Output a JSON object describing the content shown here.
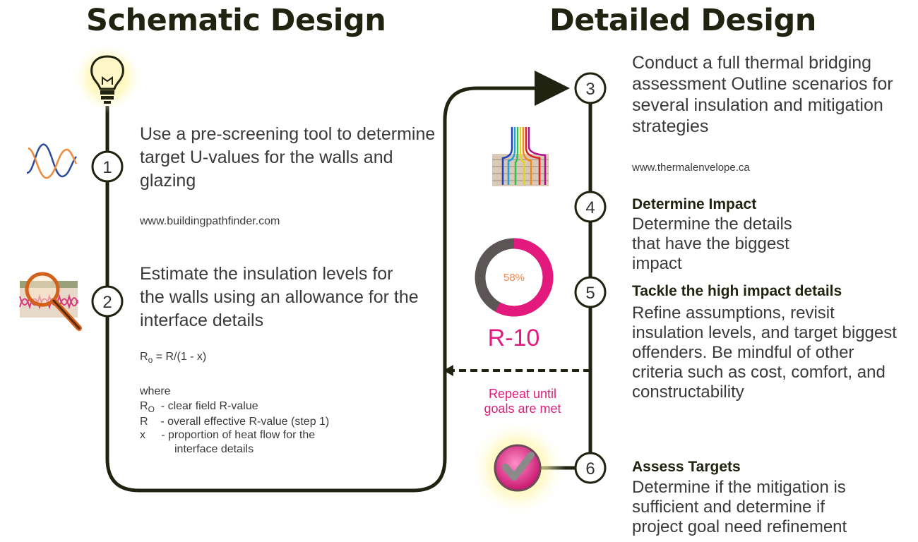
{
  "headings": {
    "schematic": "Schematic Design",
    "detailed": "Detailed Design"
  },
  "steps": [
    {
      "number": "1",
      "text": "Use a pre-screening tool to determine target U-values for the walls and glazing",
      "url": "www.buildingpathfinder.com"
    },
    {
      "number": "2",
      "text": "Estimate the insulation levels for the walls using an allowance for the interface details"
    },
    {
      "number": "3",
      "text": "Conduct a full thermal bridging assessment Outline scenarios for several insulation and mitigation strategies",
      "url": "www.thermalenvelope.ca"
    },
    {
      "number": "4",
      "title": "Determine Impact",
      "text": "Determine the details that have the biggest impact"
    },
    {
      "number": "5",
      "title": "Tackle the high impact details",
      "text": "Refine assumptions, revisit insulation levels, and target biggest offenders. Be mindful of other criteria such as cost, comfort, and constructability"
    },
    {
      "number": "6",
      "title": "Assess Targets",
      "text": "Determine if the mitigation is sufficient and determine if project goal need refinement"
    }
  ],
  "formula": {
    "r": "R",
    "r_sub": "o",
    "rhs": " = R/(1 - x)",
    "where": "where",
    "def1_sym": "R",
    "def1_sub": "O",
    "def1_text": "- clear field R-value",
    "def2_sym": "R",
    "def2_text": "- overall effective R-value (step 1)",
    "def3_sym": "x",
    "def3_text": "- proportion of heat flow for the",
    "def3_text2": "interface details"
  },
  "donut": {
    "value": 0.58,
    "label": "58%",
    "rvalue": "R-10"
  },
  "repeat_label_1": "Repeat until",
  "repeat_label_2": "goals are met",
  "icons": [
    "lightbulb-icon",
    "wave-icon",
    "magnifier-icon",
    "thermal-bridge-icon",
    "checkmark-badge-icon"
  ],
  "colors": {
    "dark": "#1f230f",
    "accent": "#e4197e",
    "orange": "#f08a4b",
    "ring_gray": "#5b5655"
  }
}
